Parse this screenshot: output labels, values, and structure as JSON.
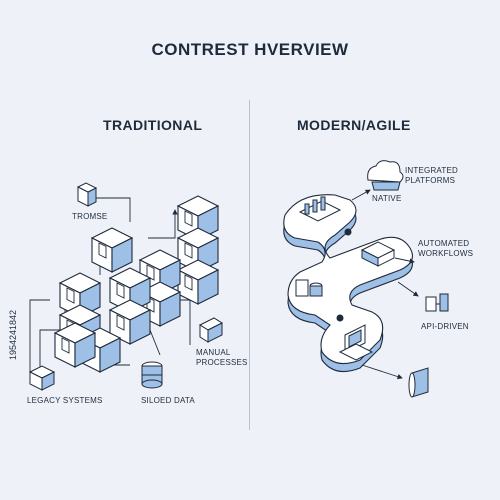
{
  "title": "CONTREST HVERVIEW",
  "traditional": {
    "heading": "TRADITIONAL",
    "labels": {
      "tromse": "TROMSE",
      "manual_processes": "MANUAL\nPROCESSES",
      "legacy_systems": "LEGACY SYSTEMS",
      "siloed_data": "SILOED DATA"
    }
  },
  "modern": {
    "heading": "MODERN/AGILE",
    "labels": {
      "integrated_platforms": "INTEGRATED\nPLATFORMS",
      "native": "NATIVE",
      "automated_workflows": "AUTOMATED\nWORKFLOWS",
      "api_driven": "API-DRIVEN"
    }
  },
  "watermark": "1954241842",
  "colors": {
    "background": "#eef2f8",
    "stroke": "#1f2b3d",
    "accent": "#9ebfe6",
    "face": "#ffffff"
  }
}
